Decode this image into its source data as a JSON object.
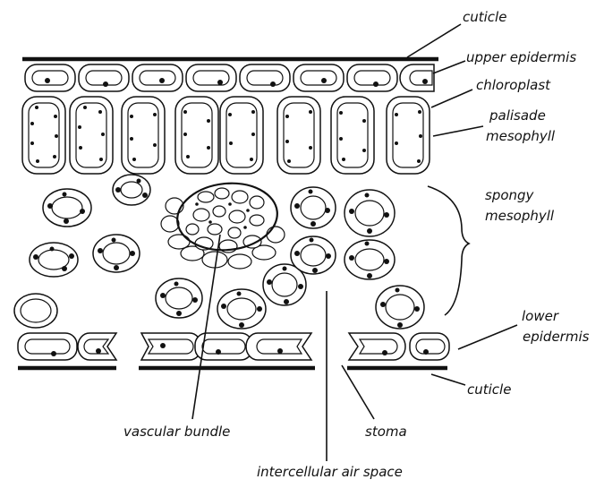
{
  "diagram": {
    "labels": {
      "cuticle_top": "cuticle",
      "upper_epidermis": "upper epidermis",
      "chloroplast": "chloroplast",
      "palisade_1": "palisade",
      "palisade_2": "mesophyll",
      "spongy_1": "spongy",
      "spongy_2": "mesophyll",
      "lower_1": "lower",
      "lower_2": "epidermis",
      "cuticle_bottom": "cuticle",
      "vascular_bundle": "vascular bundle",
      "stoma": "stoma",
      "air_space": "intercellular air space"
    },
    "colors": {
      "ink": "#111111",
      "background": "#ffffff"
    }
  }
}
